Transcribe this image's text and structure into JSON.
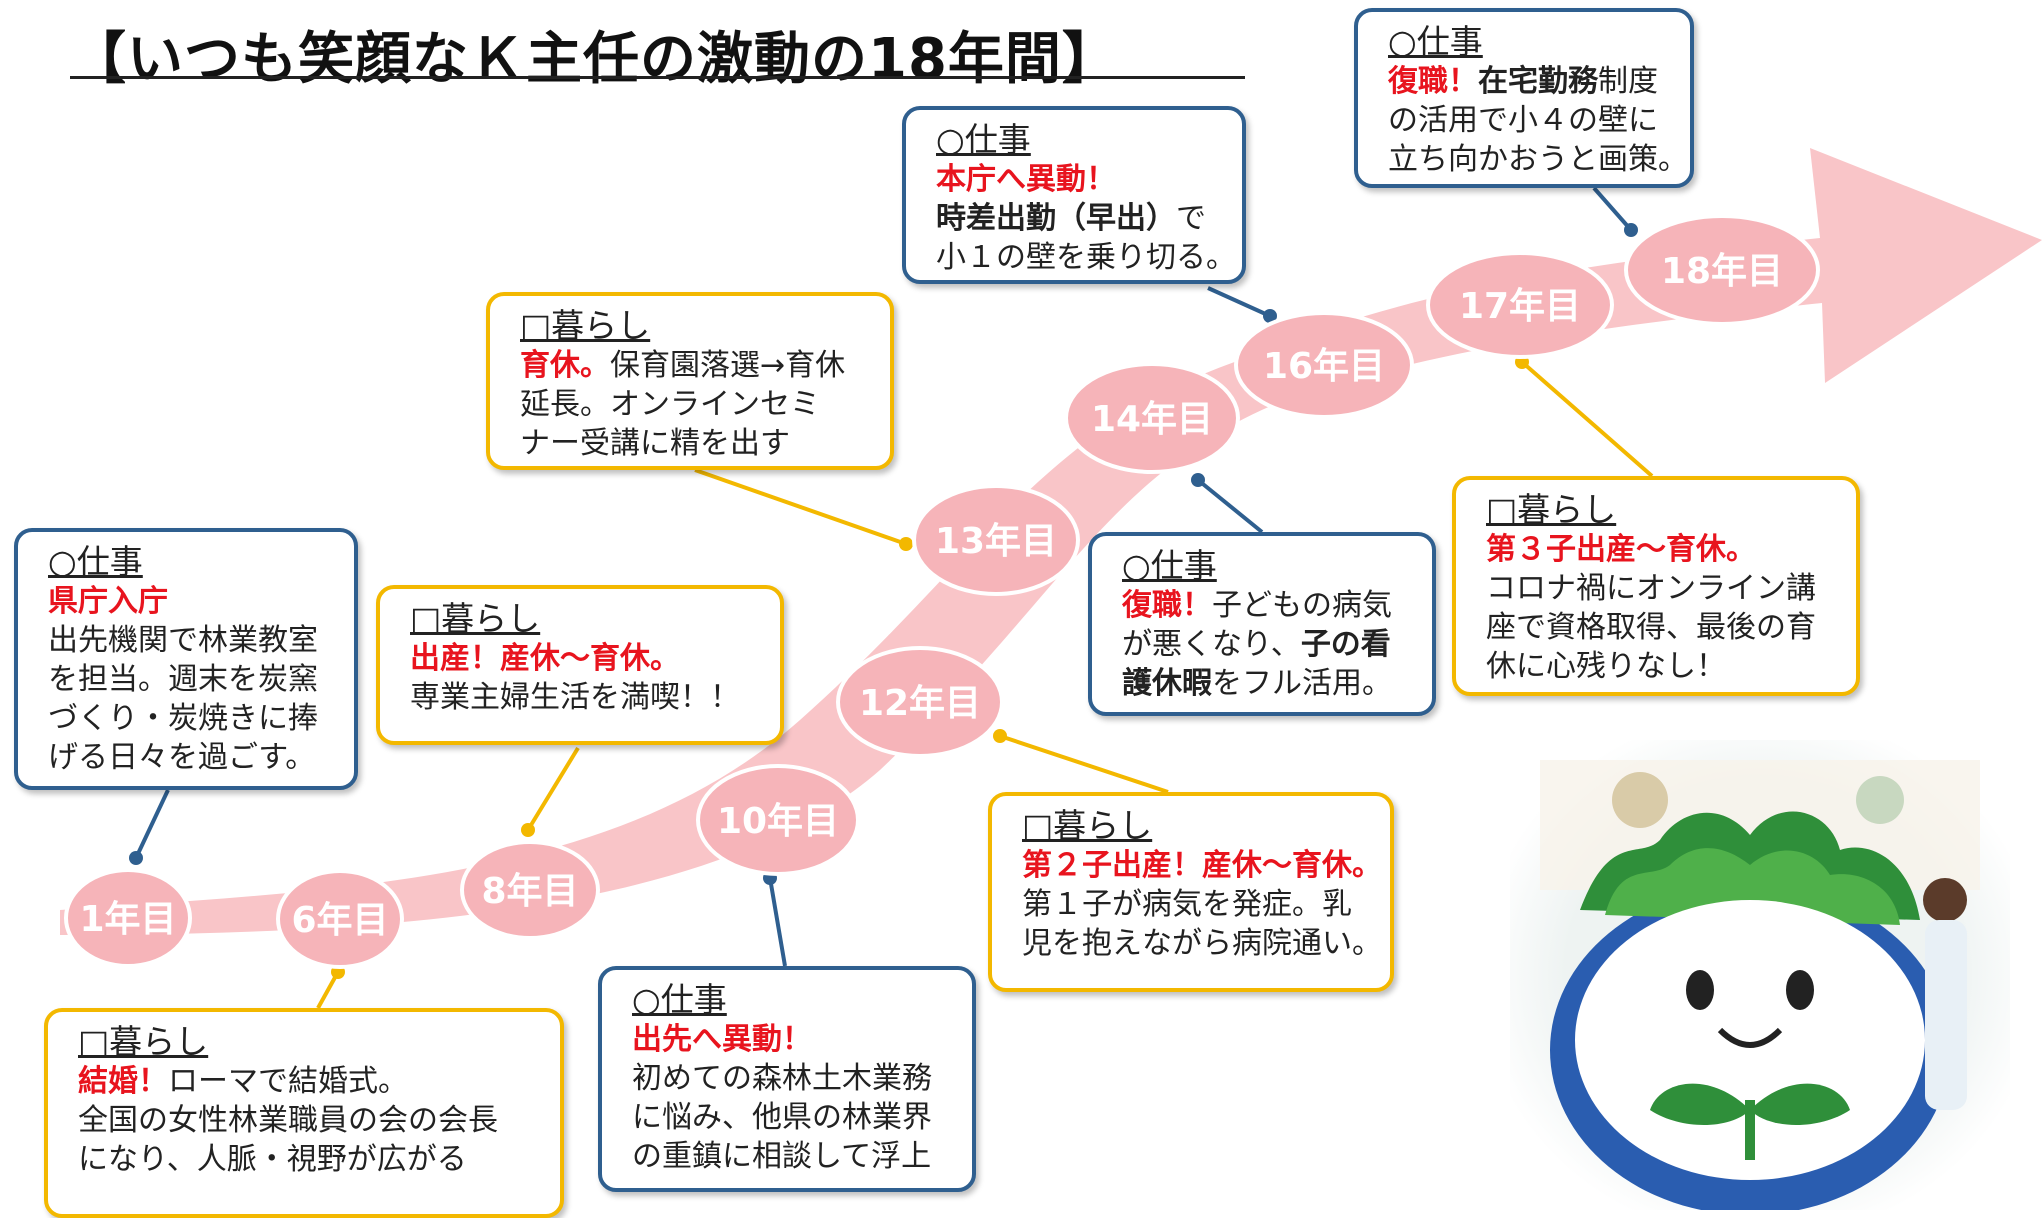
{
  "title": "【いつも笑顔なＫ主任の激動の18年間】",
  "colors": {
    "arrow": "#f9c5c8",
    "milestone": "#f6b4b9",
    "work_border": "#2f5f8f",
    "life_border": "#f3b800",
    "emphasis": "#e8141e"
  },
  "milestones": [
    "1年目",
    "6年目",
    "8年目",
    "10年目",
    "12年目",
    "13年目",
    "14年目",
    "16年目",
    "17年目",
    "18年目"
  ],
  "boxes": {
    "y1_work": {
      "head": "○仕事",
      "lines": [
        [
          {
            "t": "県庁入庁",
            "s": "red"
          }
        ],
        [
          {
            "t": "出先機関で林業教室"
          }
        ],
        [
          {
            "t": "を担当。週末を炭窯"
          }
        ],
        [
          {
            "t": "づくり・炭焼きに捧"
          }
        ],
        [
          {
            "t": "げる日々を過ごす。"
          }
        ]
      ]
    },
    "y6_life": {
      "head": "□暮らし",
      "lines": [
        [
          {
            "t": "結婚！",
            "s": "red"
          },
          {
            "t": "ローマで結婚式。"
          }
        ],
        [
          {
            "t": "全国の女性林業職員の会の会長"
          }
        ],
        [
          {
            "t": "になり、人脈・視野が広がる"
          }
        ]
      ]
    },
    "y8_life": {
      "head": "□暮らし",
      "lines": [
        [
          {
            "t": "出産！産休～育休。",
            "s": "red"
          }
        ],
        [
          {
            "t": "専業主婦生活を満喫！！"
          }
        ]
      ]
    },
    "y10_work": {
      "head": "○仕事",
      "lines": [
        [
          {
            "t": "出先へ異動！",
            "s": "red"
          }
        ],
        [
          {
            "t": "初めての森林土木業務"
          }
        ],
        [
          {
            "t": "に悩み、他県の林業界"
          }
        ],
        [
          {
            "t": "の重鎮に相談して浮上"
          }
        ]
      ]
    },
    "y12_life": {
      "head": "□暮らし",
      "lines": [
        [
          {
            "t": "第２子出産！産休～育休。",
            "s": "red"
          }
        ],
        [
          {
            "t": "第１子が病気を発症。乳"
          }
        ],
        [
          {
            "t": "児を抱えながら病院通い。"
          }
        ]
      ]
    },
    "y13_life": {
      "head": "□暮らし",
      "lines": [
        [
          {
            "t": "育休。",
            "s": "red"
          },
          {
            "t": "保育園落選→育休"
          }
        ],
        [
          {
            "t": "延長。オンラインセミ"
          }
        ],
        [
          {
            "t": "ナー受講に精を出す"
          }
        ]
      ]
    },
    "y14_work": {
      "head": "○仕事",
      "lines": [
        [
          {
            "t": "復職！",
            "s": "red"
          },
          {
            "t": "子どもの病気"
          }
        ],
        [
          {
            "t": "が悪くなり、"
          },
          {
            "t": "子の看",
            "s": "bold"
          }
        ],
        [
          {
            "t": "護休暇",
            "s": "bold"
          },
          {
            "t": "をフル活用。"
          }
        ]
      ]
    },
    "y16_work": {
      "head": "○仕事",
      "lines": [
        [
          {
            "t": "本庁へ異動！",
            "s": "red"
          }
        ],
        [
          {
            "t": "時差出勤（早出）",
            "s": "bold"
          },
          {
            "t": "で"
          }
        ],
        [
          {
            "t": "小１の壁を乗り切る。"
          }
        ]
      ]
    },
    "y17_life": {
      "head": "□暮らし",
      "lines": [
        [
          {
            "t": "第３子出産～育休。",
            "s": "red"
          }
        ],
        [
          {
            "t": "コロナ禍にオンライン講"
          }
        ],
        [
          {
            "t": "座で資格取得、最後の育"
          }
        ],
        [
          {
            "t": "休に心残りなし！"
          }
        ]
      ]
    },
    "y18_work": {
      "head": "○仕事",
      "lines": [
        [
          {
            "t": "復職！",
            "s": "red"
          },
          {
            "t": "在宅勤務",
            "s": "bold"
          },
          {
            "t": "制度"
          }
        ],
        [
          {
            "t": "の活用で小４の壁に"
          }
        ],
        [
          {
            "t": "立ち向かおうと画策。"
          }
        ]
      ]
    }
  }
}
